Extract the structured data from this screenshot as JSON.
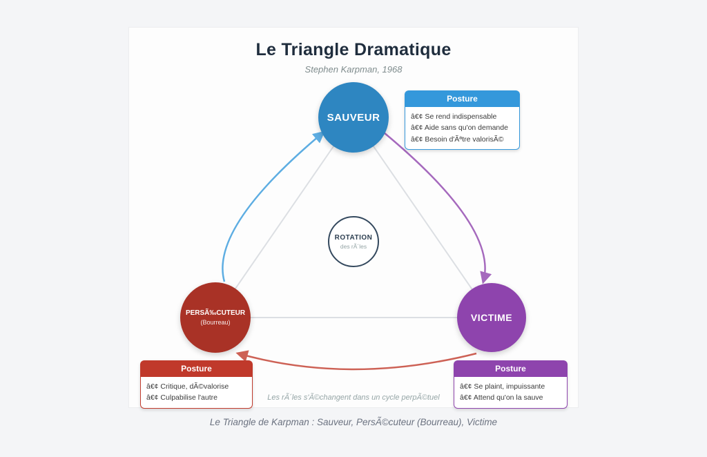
{
  "title": "Le Triangle Dramatique",
  "subtitle": "Stephen Karpman, 1968",
  "colors": {
    "page-bg": "#f4f5f7",
    "card-bg": "#fdfdfd",
    "title-color": "#1f2d3d",
    "sauveur": "#2e86c1",
    "sauveur-header": "#3498db",
    "sauveur-arrow": "#5dade2",
    "persecuteur": "#a93226",
    "persecuteur-header": "#c0392b",
    "persecuteur-arrow": "#cd6155",
    "victime": "#8e44ad",
    "victime-header": "#8e44ad",
    "victime-arrow": "#a569bd",
    "triangle-line": "#dcdfe3"
  },
  "roles": {
    "sauveur": {
      "label": "SAUVEUR"
    },
    "persecuteur": {
      "label": "PERSÃ‰CUTEUR",
      "sublabel": "(Bourreau)"
    },
    "victime": {
      "label": "VICTIME"
    }
  },
  "rotation": {
    "title": "ROTATION",
    "subtitle": "des rÃ´les"
  },
  "postures": {
    "sauveur": {
      "header": "Posture",
      "items": [
        "â€¢ Se rend indispensable",
        "â€¢ Aide sans qu'on demande",
        "â€¢ Besoin d'Ãªtre valorisÃ©"
      ]
    },
    "persecuteur": {
      "header": "Posture",
      "items": [
        "â€¢ Critique, dÃ©valorise",
        "â€¢ Culpabilise l'autre"
      ]
    },
    "victime": {
      "header": "Posture",
      "items": [
        "â€¢ Se plaint, impuissante",
        "â€¢ Attend qu'on la sauve"
      ]
    }
  },
  "cycle_note": "Les rÃ´les s'Ã©changent dans un cycle perpÃ©tuel",
  "caption": "Le Triangle de Karpman : Sauveur, PersÃ©cuteur (Bourreau), Victime"
}
